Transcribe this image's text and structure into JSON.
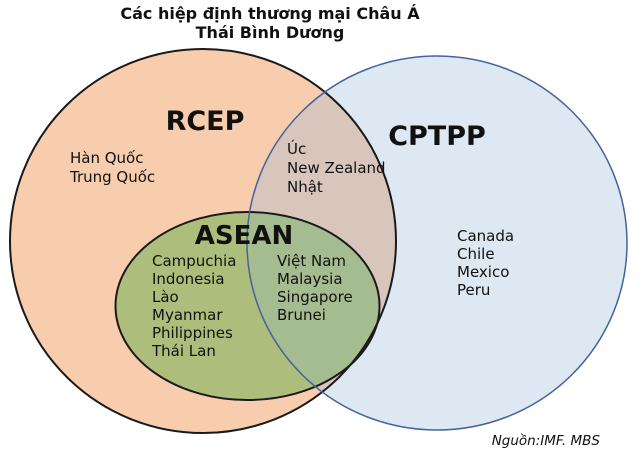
{
  "title": {
    "line1": "Các hiệp định thương mại Châu Á",
    "line2": "Thái Bình Dương"
  },
  "venn": {
    "rcep": {
      "label": "RCEP",
      "only_members": [
        "Hàn Quốc",
        "Trung Quốc"
      ],
      "fill": "#F7CDAD",
      "outline": "#1A1A1A"
    },
    "cptpp": {
      "label": "CPTPP",
      "only_members": [
        "Canada",
        "Chile",
        "Mexico",
        "Peru"
      ],
      "fill": "#DEE8F3",
      "outline": "#44639F"
    },
    "rcep_cptpp_overlap": {
      "members": [
        "Úc",
        "New Zealand",
        "Nhật"
      ],
      "fill": "#D8C5BC"
    },
    "asean": {
      "label": "ASEAN",
      "only_members": [
        "Campuchia",
        "Indonesia",
        "Lào",
        "Myanmar",
        "Philippines",
        "Thái Lan"
      ],
      "fill": "#ADBE7C",
      "outline": "#1A1A1A"
    },
    "asean_cptpp_overlap": {
      "members": [
        "Việt Nam",
        "Malaysia",
        "Singapore",
        "Brunei"
      ],
      "fill": "#A5BC90"
    }
  },
  "source": "Nguồn:IMF. MBS"
}
